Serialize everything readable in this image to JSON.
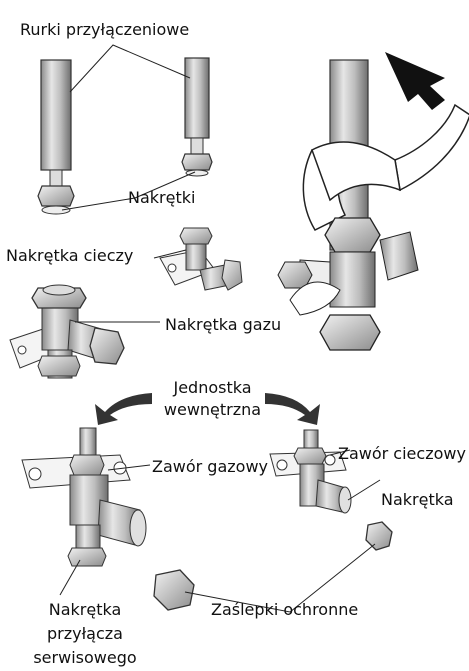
{
  "labels": {
    "connection_pipes": "Rurki przyłączeniowe",
    "nuts": "Nakrętki",
    "liquid_nut": "Nakrętka cieczy",
    "gas_nut": "Nakrętka gazu",
    "indoor_unit_line1": "Jednostka",
    "indoor_unit_line2": "wewnętrzna",
    "gas_valve": "Zawór gazowy",
    "liquid_valve": "Zawór cieczowy",
    "nut": "Nakrętka",
    "service_port_nut_line1": "Nakrętka",
    "service_port_nut_line2": "przyłącza",
    "service_port_nut_line3": "serwisowego",
    "protective_caps": "Zaślepki ochronne"
  }
}
